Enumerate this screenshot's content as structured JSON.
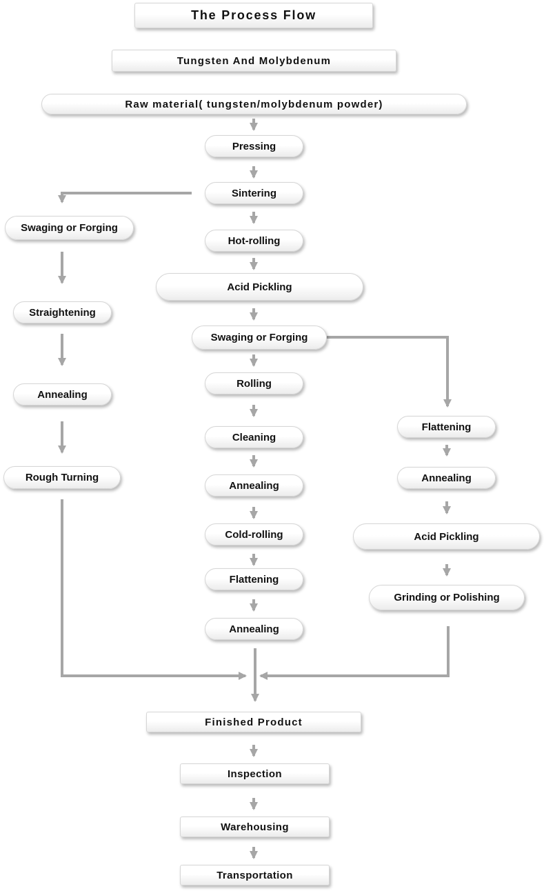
{
  "title": "The Process Flow",
  "subtitle": "Tungsten And Molybdenum",
  "raw_material": "Raw material( tungsten/molybdenum powder)",
  "center": {
    "pressing": "Pressing",
    "sintering": "Sintering",
    "hot_rolling": "Hot-rolling",
    "acid_pickling": "Acid Pickling",
    "swaging": "Swaging or Forging",
    "rolling": "Rolling",
    "cleaning": "Cleaning",
    "annealing_1": "Annealing",
    "cold_rolling": "Cold-rolling",
    "flattening": "Flattening",
    "annealing_2": "Annealing"
  },
  "left": {
    "swaging": "Swaging or Forging",
    "straightening": "Straightening",
    "annealing": "Annealing",
    "rough_turning": "Rough Turning"
  },
  "right": {
    "flattening": "Flattening",
    "annealing": "Annealing",
    "acid_pickling": "Acid Pickling",
    "grinding": "Grinding or Polishing"
  },
  "bottom": {
    "finished_product": "Finished Product",
    "inspection": "Inspection",
    "warehousing": "Warehousing",
    "transportation": "Transportation"
  },
  "colors": {
    "arrow": "#a6a6a6",
    "box_border": "#d6d6d6",
    "text": "#111111"
  }
}
